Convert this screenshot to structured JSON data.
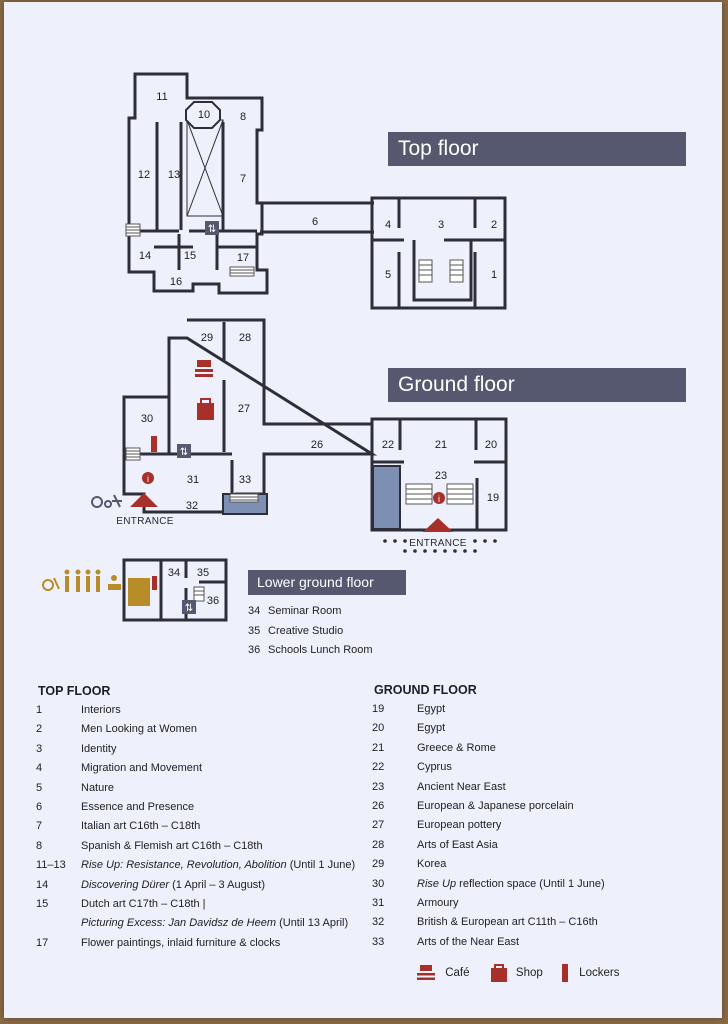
{
  "floors": {
    "top": "Top floor",
    "ground": "Ground floor",
    "lower_ground": "Lower ground floor"
  },
  "rooms": {
    "r1": "1",
    "r2": "2",
    "r3": "3",
    "r4": "4",
    "r5": "5",
    "r6": "6",
    "r7": "7",
    "r8": "8",
    "r10": "10",
    "r11": "11",
    "r12": "12",
    "r13": "13",
    "r14": "14",
    "r15": "15",
    "r16": "16",
    "r17": "17",
    "r19": "19",
    "r20": "20",
    "r21": "21",
    "r22": "22",
    "r23": "23",
    "r26": "26",
    "r27": "27",
    "r28": "28",
    "r29": "29",
    "r30": "30",
    "r31": "31",
    "r32": "32",
    "r33": "33",
    "r34": "34",
    "r35": "35",
    "r36": "36"
  },
  "entrance_label": "ENTRANCE",
  "lower_ground_rooms": [
    {
      "num": "34",
      "name": "Seminar Room"
    },
    {
      "num": "35",
      "name": "Creative Studio"
    },
    {
      "num": "36",
      "name": "Schools Lunch Room"
    }
  ],
  "top_floor": {
    "heading": "TOP FLOOR",
    "items": [
      {
        "num": "1",
        "name": "Interiors"
      },
      {
        "num": "2",
        "name": "Men Looking at Women"
      },
      {
        "num": "3",
        "name": "Identity"
      },
      {
        "num": "4",
        "name": "Migration and Movement"
      },
      {
        "num": "5",
        "name": "Nature"
      },
      {
        "num": "6",
        "name": "Essence and Presence"
      },
      {
        "num": "7",
        "name": "Italian art C16th – C18th"
      },
      {
        "num": "8",
        "name": "Spanish & Flemish art C16th – C18th"
      },
      {
        "num": "11–13",
        "name_italic": "Rise Up: Resistance, Revolution, Abolition",
        "name_suffix": " (Until 1 June)"
      },
      {
        "num": "14",
        "name_italic": "Discovering Dürer",
        "name_suffix": " (1 April – 3 August)"
      },
      {
        "num": "15",
        "name": "Dutch art C17th – C18th |"
      },
      {
        "num": "",
        "name_italic": "Picturing Excess: Jan Davidsz de Heem",
        "name_suffix": " (Until 13 April)"
      },
      {
        "num": "17",
        "name": "Flower paintings, inlaid furniture & clocks"
      }
    ]
  },
  "ground_floor": {
    "heading": "GROUND FLOOR",
    "items": [
      {
        "num": "19",
        "name": "Egypt"
      },
      {
        "num": "20",
        "name": "Egypt"
      },
      {
        "num": "21",
        "name": "Greece & Rome"
      },
      {
        "num": "22",
        "name": "Cyprus"
      },
      {
        "num": "23",
        "name": "Ancient Near East"
      },
      {
        "num": "26",
        "name": "European & Japanese porcelain"
      },
      {
        "num": "27",
        "name": "European pottery"
      },
      {
        "num": "28",
        "name": "Arts of East Asia"
      },
      {
        "num": "29",
        "name": "Korea"
      },
      {
        "num": "30",
        "name_italic": "Rise Up",
        "name_suffix": " reflection space (Until 1 June)"
      },
      {
        "num": "31",
        "name": "Armoury"
      },
      {
        "num": "32",
        "name": "British & European art C11th – C16th"
      },
      {
        "num": "33",
        "name": "Arts of the Near East"
      }
    ]
  },
  "legend": {
    "cafe": "Café",
    "shop": "Shop",
    "lockers": "Lockers"
  },
  "icons": [
    "cafe-icon",
    "shop-icon",
    "lockers-icon",
    "info-icon",
    "lift-icon",
    "stairs-icon",
    "wheelchair-icon",
    "toilets-icon",
    "baby-change-icon"
  ],
  "colors": {
    "walls": "#2e2e3a",
    "banner": "#55586e",
    "accent": "#a8302a",
    "water": "#7d8fb3",
    "gold": "#b98c2a"
  }
}
